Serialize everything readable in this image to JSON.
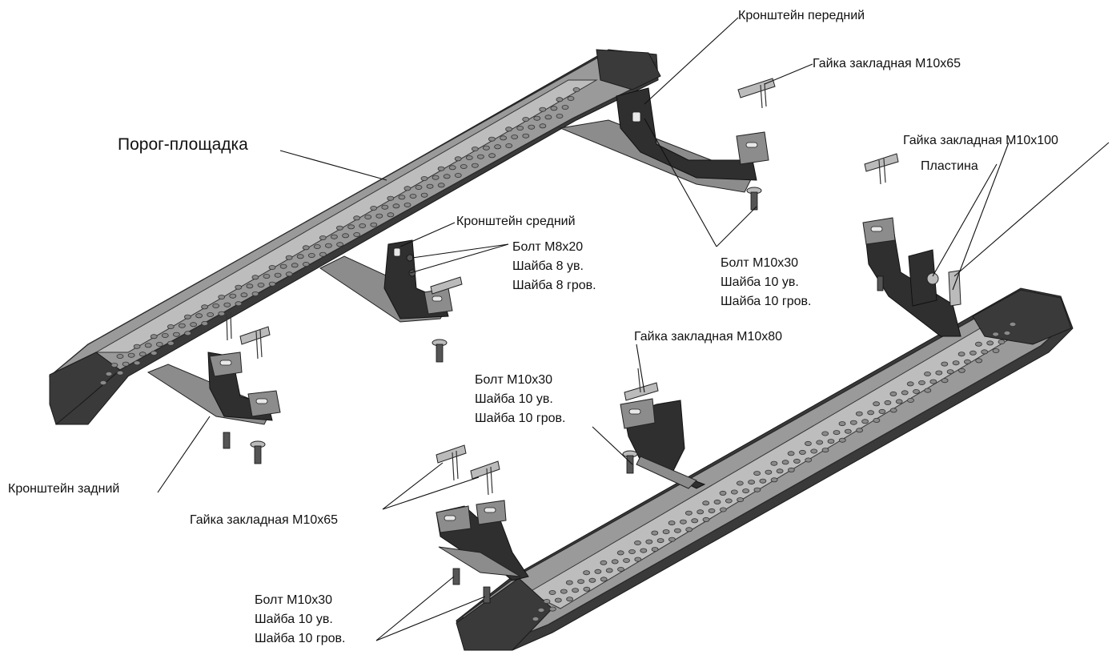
{
  "labels": {
    "front_bracket": "Кронштейн передний",
    "insert_nut_top": "Гайка закладная М10х65",
    "insert_nut_100": "Гайка закладная М10х100",
    "plate": "Пластина",
    "step_board": "Порог-площадка",
    "middle_bracket": "Кронштейн средний",
    "bolt_m8_group": [
      "Болт М8х20",
      "Шайба 8 ув.",
      "Шайба 8 гров."
    ],
    "bolt_m10_group_top": [
      "Болт М10х30",
      "Шайба 10 ув.",
      "Шайба 10 гров."
    ],
    "insert_nut_80": "Гайка закладная М10х80",
    "bolt_m10_group_mid": [
      "Болт М10х30",
      "Шайба 10 ув.",
      "Шайба 10 гров."
    ],
    "rear_bracket": "Кронштейн задний",
    "insert_nut_bottom": "Гайка закладная М10х65",
    "bolt_m10_group_bottom": [
      "Болт М10х30",
      "Шайба 10 ув.",
      "Шайба 10 гров."
    ]
  },
  "colors": {
    "ink": "#111111",
    "board_fill": "#9a9a9a",
    "bracket_fill": "#2f2f2f",
    "background": "#ffffff"
  }
}
